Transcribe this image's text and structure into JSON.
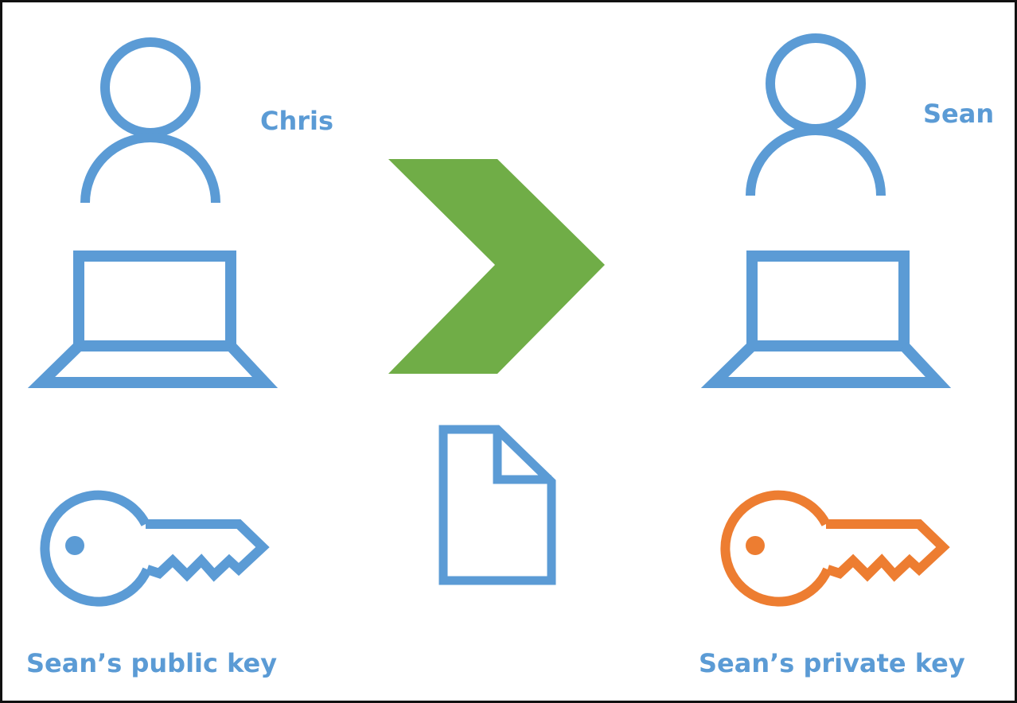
{
  "sender": {
    "name": "Chris",
    "key_label": "Sean’s public key"
  },
  "receiver": {
    "name": "Sean",
    "key_label": "Sean’s private key"
  },
  "icons": {
    "sender_person": "person-icon",
    "sender_laptop": "laptop-icon",
    "sender_key": "key-icon",
    "arrow": "chevron-right-icon",
    "message": "document-icon",
    "receiver_person": "person-icon",
    "receiver_laptop": "laptop-icon",
    "receiver_key": "key-icon"
  },
  "colors": {
    "blue": "#5b9bd5",
    "green": "#70ad47",
    "orange": "#ed7d31"
  }
}
